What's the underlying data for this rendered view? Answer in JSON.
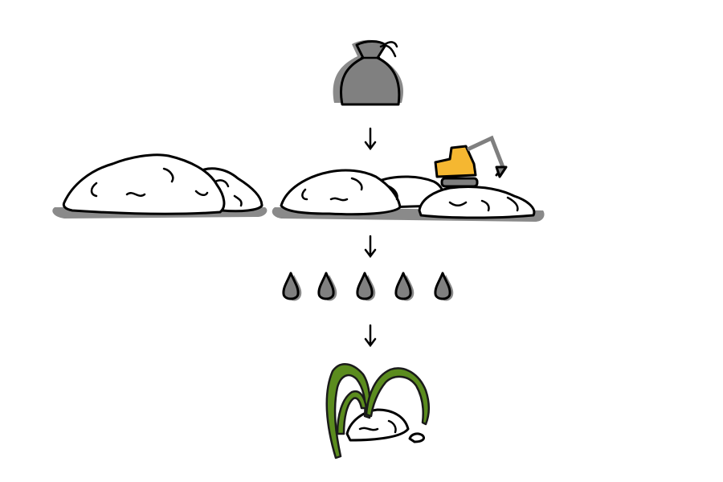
{
  "colors": {
    "bag": "#808080",
    "shadow": "#8a8a8a",
    "pile": "#ffffff",
    "excavator_body": "#f5b731",
    "excavator_arm": "#7f7f7f",
    "leachate_drop": "#808080",
    "plant": "#5b8c1e"
  },
  "diagram": {
    "stages": [
      "waste-bag",
      "landfill",
      "leachate",
      "contaminated-plants"
    ],
    "drop_count": 5
  }
}
